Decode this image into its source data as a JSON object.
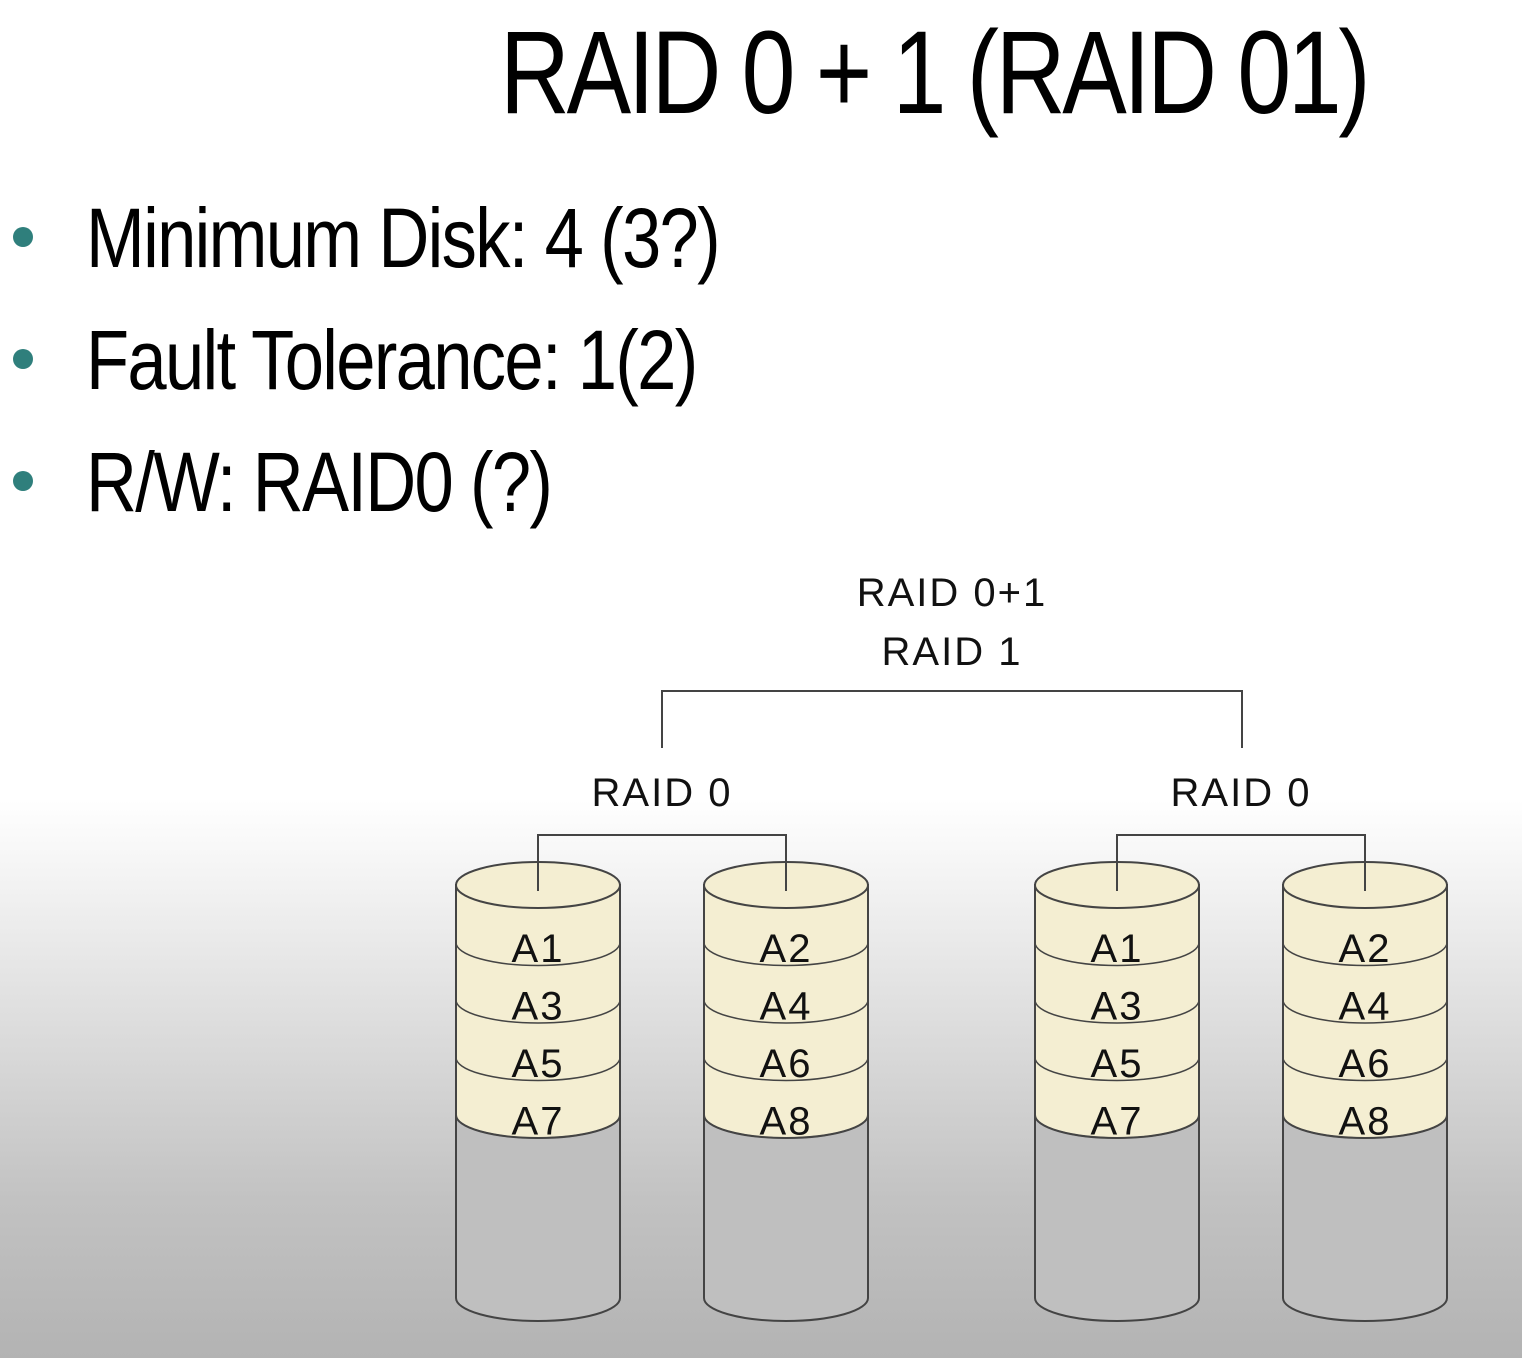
{
  "slide": {
    "title": "RAID 0 + 1 (RAID 01)",
    "bullets": [
      {
        "text": "Minimum Disk: 4 (3?)"
      },
      {
        "text": "Fault Tolerance: 1(2)"
      },
      {
        "text": "R/W: RAID0 (?)"
      }
    ]
  },
  "diagram": {
    "top_label_1": "RAID 0+1",
    "top_label_2": "RAID 1",
    "groups": [
      {
        "label": "RAID 0",
        "disks": [
          {
            "blocks": [
              "A1",
              "A3",
              "A5",
              "A7"
            ]
          },
          {
            "blocks": [
              "A2",
              "A4",
              "A6",
              "A8"
            ]
          }
        ]
      },
      {
        "label": "RAID 0",
        "disks": [
          {
            "blocks": [
              "A1",
              "A3",
              "A5",
              "A7"
            ]
          },
          {
            "blocks": [
              "A2",
              "A4",
              "A6",
              "A8"
            ]
          }
        ]
      }
    ]
  },
  "colors": {
    "bullet": "#2f7f7c",
    "block_fill": "#f4eed2",
    "empty_fill": "#bfbfbf",
    "line": "#444444"
  }
}
